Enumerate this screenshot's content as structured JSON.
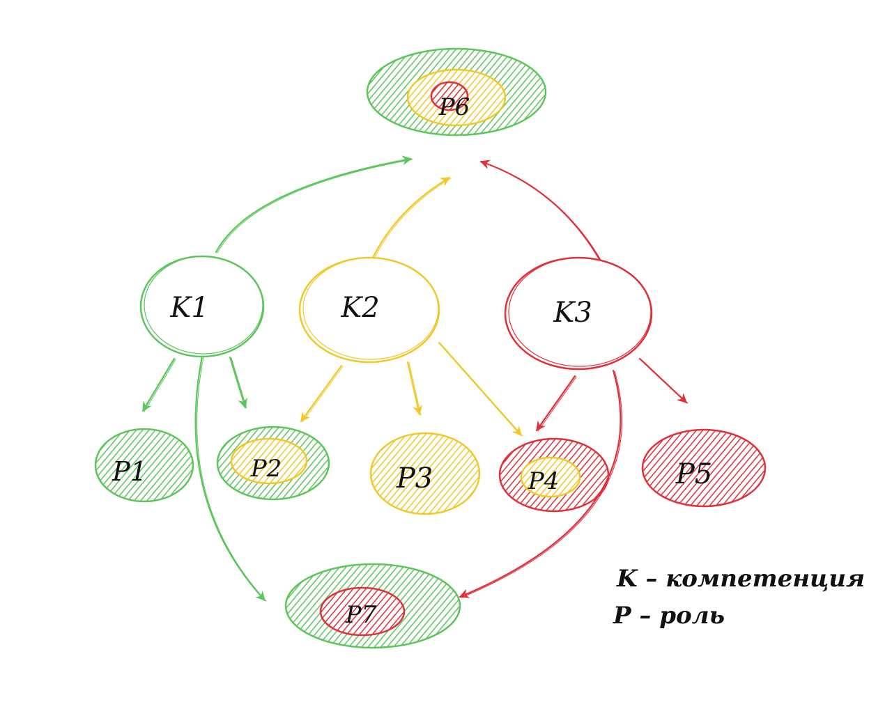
{
  "colors": {
    "green": "#5cc65c",
    "yellow": "#f0c829",
    "red": "#e0303a",
    "ink": "#111111",
    "background": "#ffffff"
  },
  "competencies": [
    {
      "id": "K1",
      "label": "K1",
      "color": "green"
    },
    {
      "id": "K2",
      "label": "K2",
      "color": "yellow"
    },
    {
      "id": "K3",
      "label": "K3",
      "color": "red"
    }
  ],
  "roles": [
    {
      "id": "P1",
      "label": "P1",
      "fill_layers": [
        "green"
      ]
    },
    {
      "id": "P2",
      "label": "P2",
      "fill_layers": [
        "green",
        "yellow"
      ]
    },
    {
      "id": "P3",
      "label": "P3",
      "fill_layers": [
        "yellow"
      ]
    },
    {
      "id": "P4",
      "label": "P4",
      "fill_layers": [
        "red",
        "yellow"
      ]
    },
    {
      "id": "P5",
      "label": "P5",
      "fill_layers": [
        "red"
      ]
    },
    {
      "id": "P6",
      "label": "P6",
      "fill_layers": [
        "green",
        "yellow",
        "red"
      ]
    },
    {
      "id": "P7",
      "label": "P7",
      "fill_layers": [
        "green",
        "red"
      ]
    }
  ],
  "edges": [
    {
      "from": "K1",
      "to": "P6",
      "color": "green"
    },
    {
      "from": "K2",
      "to": "P6",
      "color": "yellow"
    },
    {
      "from": "K3",
      "to": "P6",
      "color": "red"
    },
    {
      "from": "K1",
      "to": "P1",
      "color": "green"
    },
    {
      "from": "K1",
      "to": "P2",
      "color": "green"
    },
    {
      "from": "K1",
      "to": "P7",
      "color": "green"
    },
    {
      "from": "K2",
      "to": "P2",
      "color": "yellow"
    },
    {
      "from": "K2",
      "to": "P3",
      "color": "yellow"
    },
    {
      "from": "K2",
      "to": "P4",
      "color": "yellow"
    },
    {
      "from": "K3",
      "to": "P4",
      "color": "red"
    },
    {
      "from": "K3",
      "to": "P5",
      "color": "red"
    },
    {
      "from": "K3",
      "to": "P7",
      "color": "red"
    }
  ],
  "legend": {
    "k_line": "K – компетенция",
    "p_line": "P – роль"
  }
}
